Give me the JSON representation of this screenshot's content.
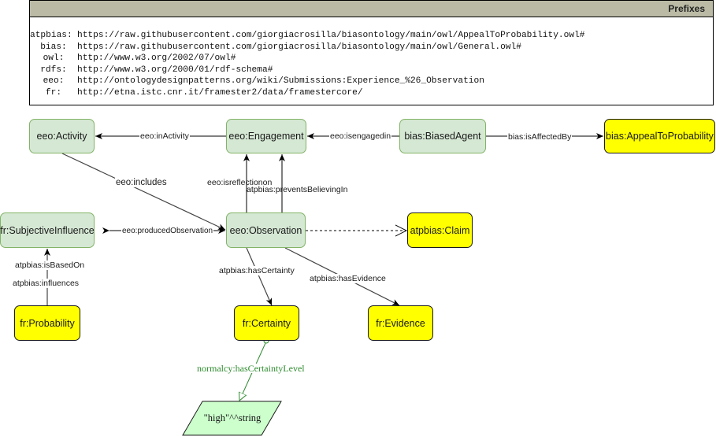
{
  "prefixes": {
    "title": "Prefixes",
    "items": [
      {
        "key": "atpbias:",
        "uri": "https://raw.githubusercontent.com/giorgiacrosilla/biasontology/main/owl/AppealToProbability.owl#"
      },
      {
        "key": "bias:",
        "uri": "https://raw.githubusercontent.com/giorgiacrosilla/biasontology/main/owl/General.owl#"
      },
      {
        "key": "owl:",
        "uri": "http://www.w3.org/2002/07/owl#"
      },
      {
        "key": "rdfs:",
        "uri": "http://www.w3.org/2000/01/rdf-schema#"
      },
      {
        "key": "eeo:",
        "uri": "http://ontologydesignpatterns.org/wiki/Submissions:Experience_%26_Observation"
      },
      {
        "key": "fr:",
        "uri": "http://etna.istc.cnr.it/framester2/data/framestercore/"
      }
    ]
  },
  "nodes": {
    "activity": "eeo:Activity",
    "engagement": "eeo:Engagement",
    "biased_agent": "bias:BiasedAgent",
    "appeal_to_probability": "bias:AppealToProbability",
    "subjective_influence": "fr:SubjectiveInfluence",
    "observation": "eeo:Observation",
    "claim": "atpbias:Claim",
    "probability": "fr:Probability",
    "certainty": "fr:Certainty",
    "evidence": "fr:Evidence",
    "literal": "\"high\"^^string"
  },
  "edges": {
    "in_activity": "eeo:inActivity",
    "is_engaged_in": "eeo:isengagedin",
    "is_affected_by": "bias:isAffectedBy",
    "includes": "eeo:includes",
    "is_reflection_on": "eeo:isreflectionon",
    "prevents_believing_in": "atpbias:preventsBelievingIn",
    "produced_observation": "eeo:producedObservation",
    "is_based_on": "atpbias:isBasedOn",
    "influences": "atpbias:influences",
    "has_certainty": "atpbias:hasCertainty",
    "has_evidence": "atpbias:hasEvidence",
    "has_certainty_level": "normalcy:hasCertaintyLevel"
  },
  "colors": {
    "class_fill": "#d5e8d4",
    "class_stroke": "#82b366",
    "external_fill": "#ffff00",
    "literal_fill": "#ccffcc",
    "datatype_edge": "#2e8b2e",
    "header_fill": "#bbbba5"
  }
}
